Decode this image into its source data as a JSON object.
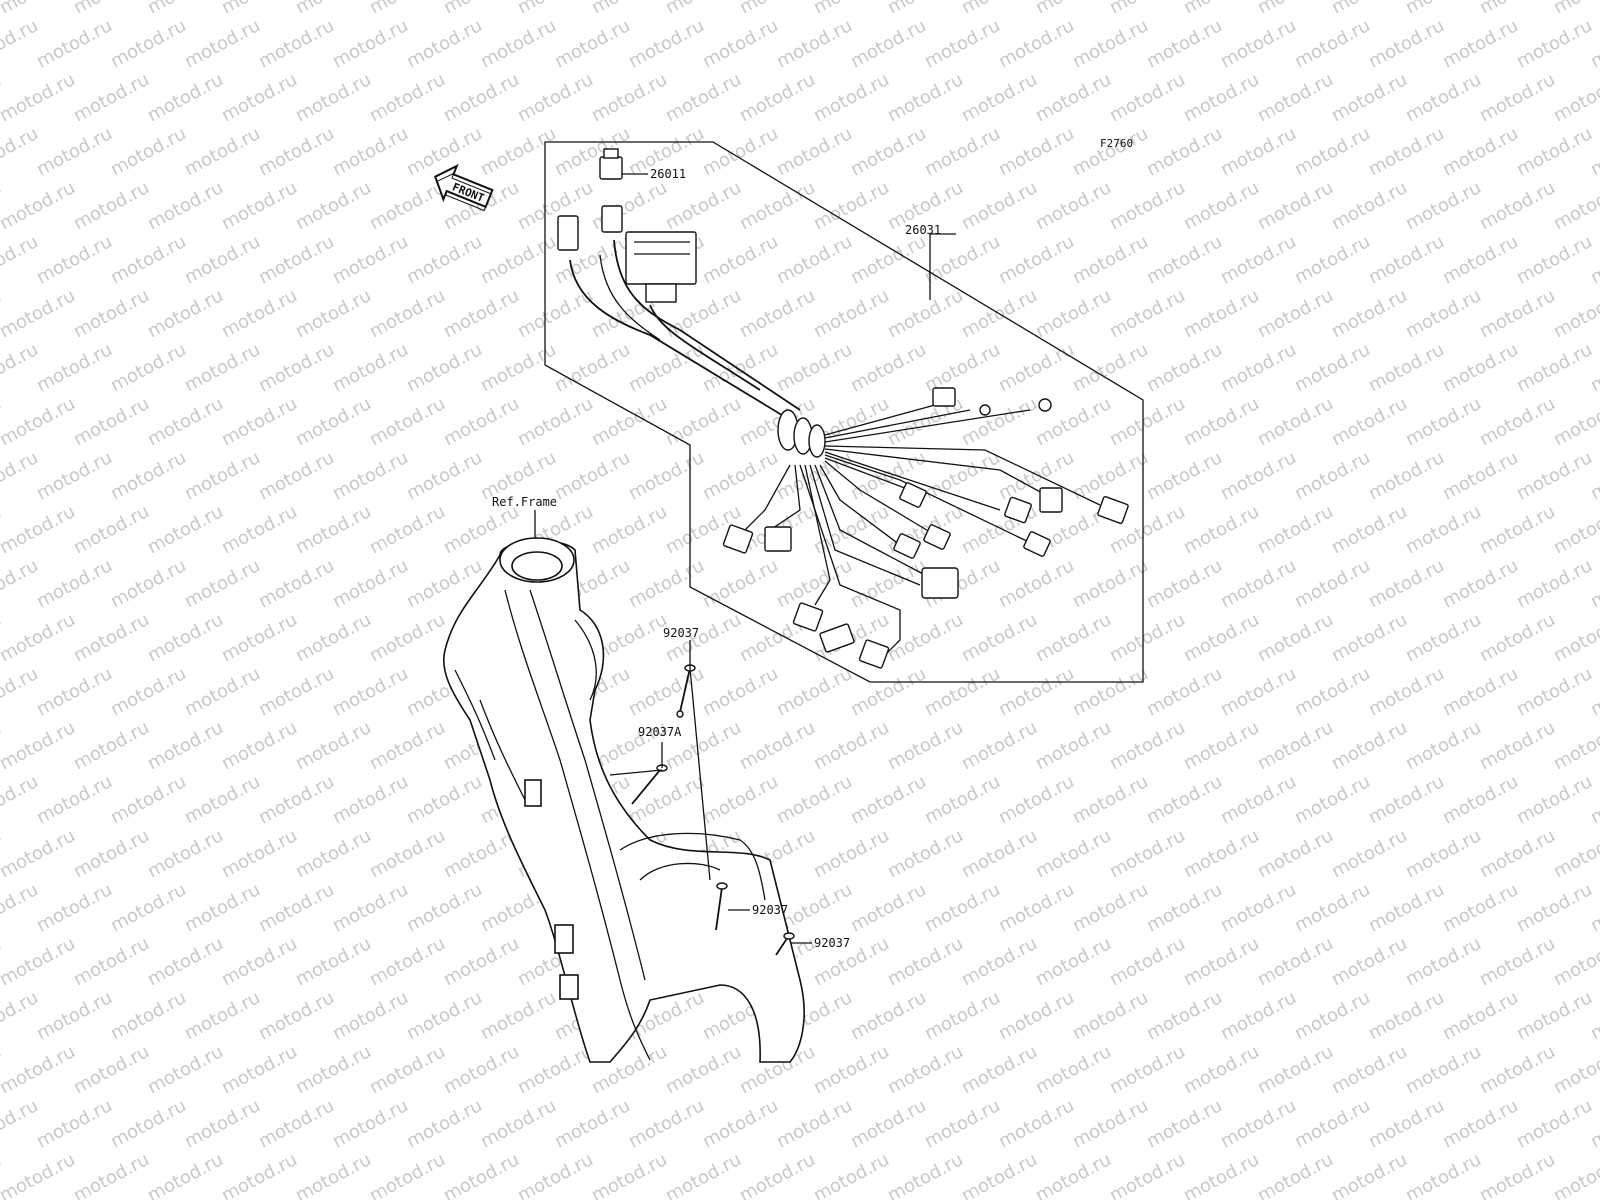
{
  "figure_code": "F2760",
  "watermark_text": "motod.ru",
  "watermark_color": "#c8c8c8",
  "front_arrow_label": "FRONT",
  "ref_frame_label": "Ref.Frame",
  "parts": [
    {
      "id": "26011",
      "label": "26011"
    },
    {
      "id": "26031",
      "label": "26031"
    },
    {
      "id": "92037-top",
      "label": "92037"
    },
    {
      "id": "92037A",
      "label": "92037A"
    },
    {
      "id": "92037-mid",
      "label": "92037"
    },
    {
      "id": "92037-bottom",
      "label": "92037"
    }
  ]
}
